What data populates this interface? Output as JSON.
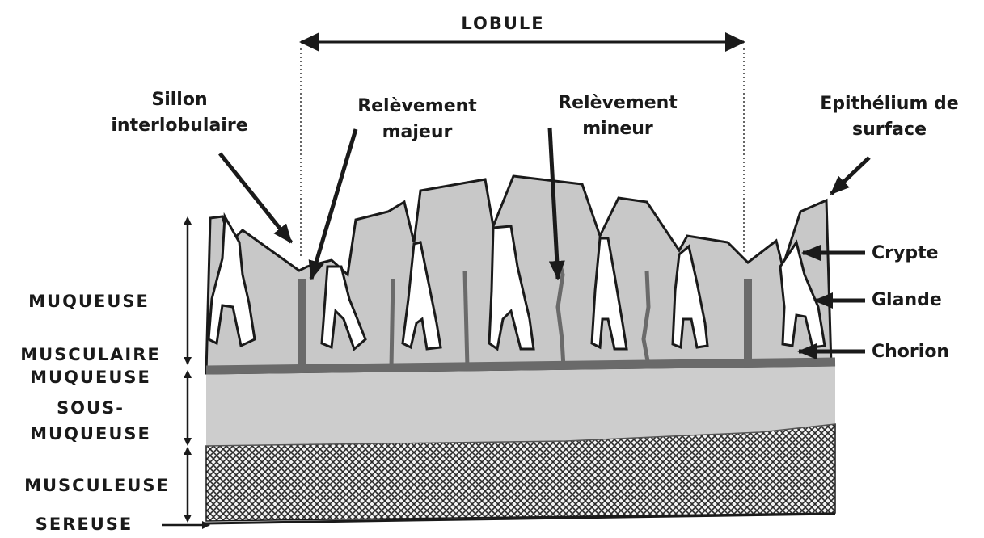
{
  "title": "LOBULE",
  "top_labels": {
    "sillon": [
      "Sillon",
      "interlobulaire"
    ],
    "releve_majeur": [
      "Relèvement",
      "majeur"
    ],
    "releve_mineur": [
      "Relèvement",
      "mineur"
    ],
    "epithelium": [
      "Epithélium de",
      "surface"
    ]
  },
  "right_labels": {
    "crypte": "Crypte",
    "glande": "Glande",
    "chorion": "Chorion"
  },
  "left_labels": {
    "muqueuse": "MUQUEUSE",
    "musculaire_muqueuse": [
      "MUSCULAIRE",
      "MUQUEUSE"
    ],
    "sous_muqueuse": [
      "SOUS-",
      "MUQUEUSE"
    ],
    "musculeuse": "MUSCULEUSE",
    "sereuse": "SEREUSE"
  },
  "colors": {
    "ink": "#1a1a1a",
    "mucosa_fill": "#c8c8c8",
    "submucosa_fill": "#cdcdcd",
    "muscularis_mucosae": "#6a6a6a"
  }
}
